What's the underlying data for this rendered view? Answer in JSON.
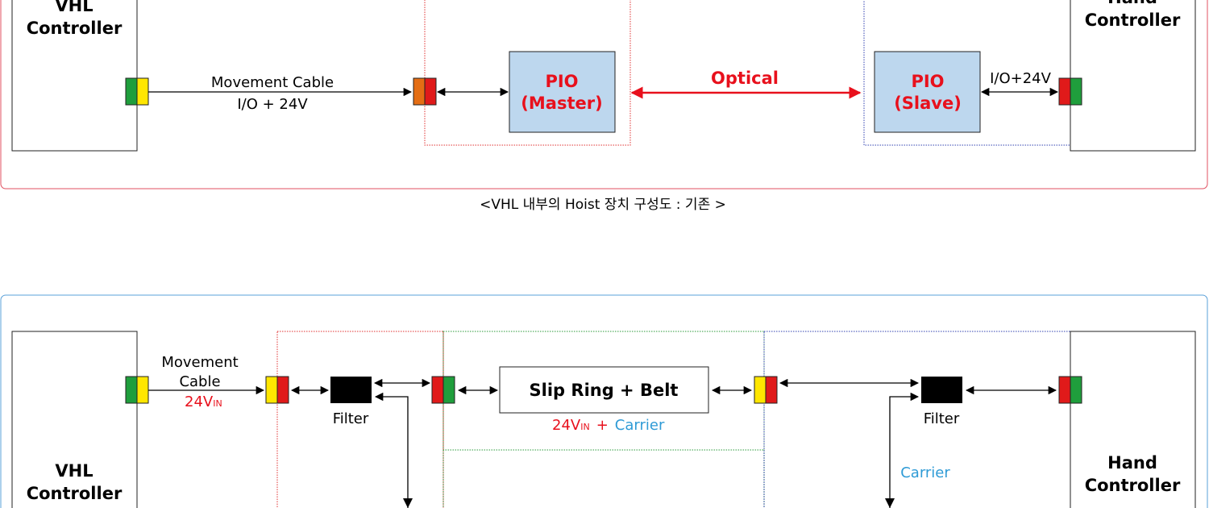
{
  "colors": {
    "existing_frame": "#e05060",
    "new_frame": "#5aa0d8",
    "pio_fill": "#bdd7ee",
    "red_text": "#e8101c",
    "carrier_text": "#2f9bd6",
    "conn_green": "#1f9e3c",
    "conn_yellow": "#ffe600",
    "conn_red": "#e01a1a",
    "conn_orange": "#e46e14"
  },
  "top_diagram": {
    "vhl_controller": [
      "VHL",
      "Controller"
    ],
    "hand_controller": [
      "Hand",
      "Controller"
    ],
    "cable_label": "Movement Cable",
    "cable_sub": "I/O + 24V",
    "pio_master": [
      "PIO",
      "(Master)"
    ],
    "optical_label": "Optical",
    "pio_slave": [
      "PIO",
      "(Slave)"
    ],
    "slave_link": "I/O+24V",
    "caption": "<VHL 내부의 Hoist 장치 구성도 : 기존 >"
  },
  "bottom_diagram": {
    "vhl_controller": [
      "VHL",
      "Controller"
    ],
    "hand_controller": [
      "Hand",
      "Controller"
    ],
    "cable_label": [
      "Movement",
      "Cable"
    ],
    "cable_power": "24V",
    "cable_power_sub": "IN",
    "filter_left": "Filter",
    "filter_right": "Filter",
    "slip_ring": "Slip Ring + Belt",
    "slip_power": "24V",
    "slip_power_sub": "IN",
    "slip_plus": "+",
    "slip_carrier": "Carrier",
    "right_carrier": "Carrier"
  }
}
